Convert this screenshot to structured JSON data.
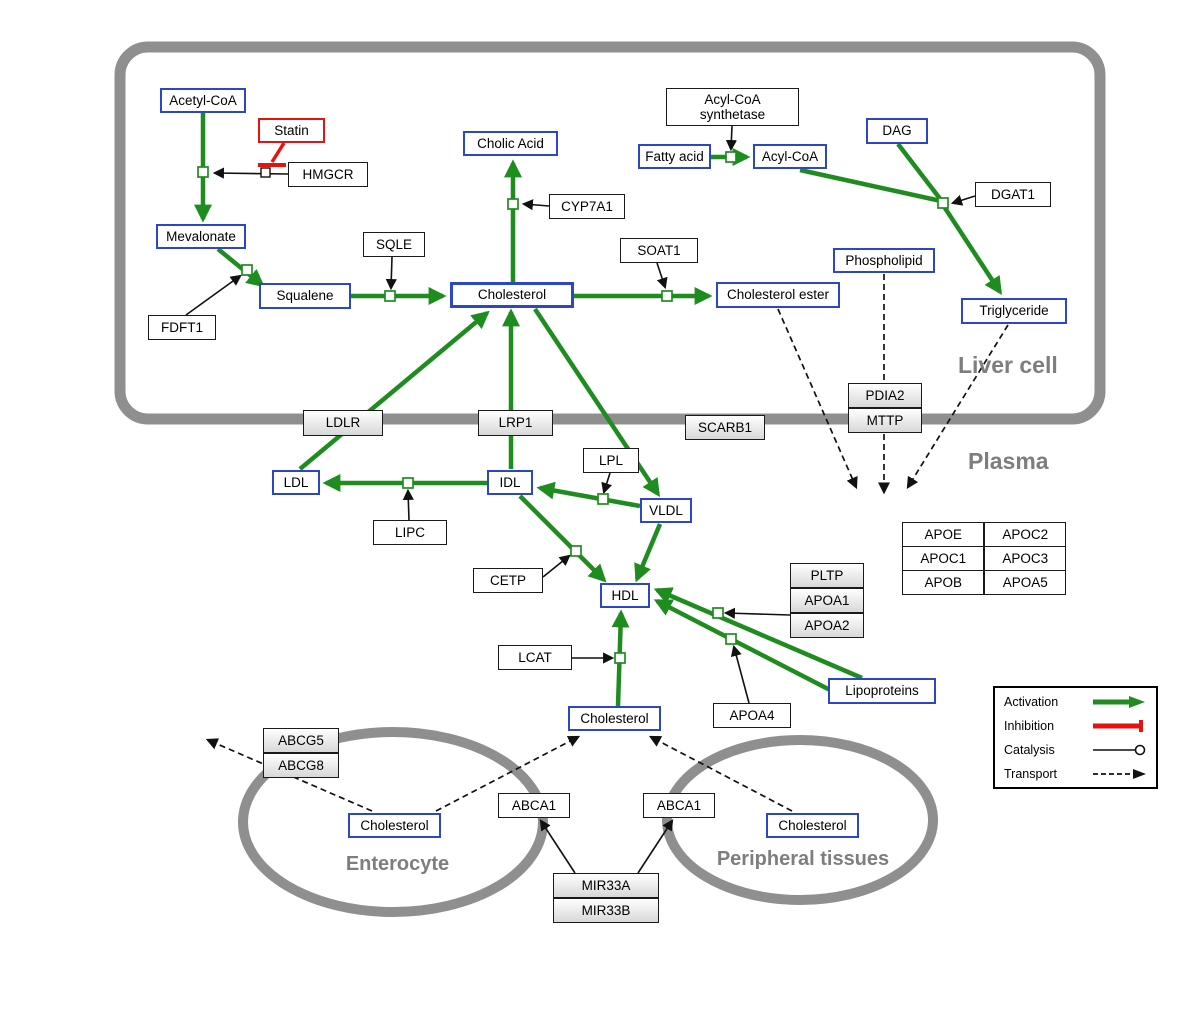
{
  "regions": {
    "liver": "Liver cell",
    "plasma": "Plasma",
    "enterocyte": "Enterocyte",
    "peripheral": "Peripheral tissues"
  },
  "boxes": {
    "acetyl_coa": "Acetyl-CoA",
    "statin": "Statin",
    "hmgcr": "HMGCR",
    "mevalonate": "Mevalonate",
    "fdft1": "FDFT1",
    "squalene": "Squalene",
    "sqle": "SQLE",
    "cholic_acid": "Cholic Acid",
    "cyp7a1": "CYP7A1",
    "cholesterol_liver": "Cholesterol",
    "soat1": "SOAT1",
    "cholesterol_ester": "Cholesterol ester",
    "acyl_coa_synthetase": {
      "line1": "Acyl-CoA",
      "line2": "synthetase"
    },
    "fatty_acid": "Fatty acid",
    "acyl_coa2": "Acyl-CoA",
    "dag": "DAG",
    "dgat1": "DGAT1",
    "phospholipid": "Phospholipid",
    "triglyceride": "Triglyceride",
    "ldlr": "LDLR",
    "lrp1": "LRP1",
    "scarb1": "SCARB1",
    "pdia2": "PDIA2",
    "mttp": "MTTP",
    "ldl": "LDL",
    "idl": "IDL",
    "lipc": "LIPC",
    "lpl": "LPL",
    "vldl": "VLDL",
    "cetp": "CETP",
    "hdl": "HDL",
    "lcat": "LCAT",
    "pltp": "PLTP",
    "apoa1": "APOA1",
    "apoa2": "APOA2",
    "apoa4": "APOA4",
    "lipoproteins": "Lipoproteins",
    "apo_table": {
      "apoe": "APOE",
      "apoc2": "APOC2",
      "apoc1": "APOC1",
      "apoc3": "APOC3",
      "apob": "APOB",
      "apoa5": "APOA5"
    },
    "cholesterol_plasma": "Cholesterol",
    "abcg5": "ABCG5",
    "abcg8": "ABCG8",
    "cholesterol_enterocyte": "Cholesterol",
    "abca1_left": "ABCA1",
    "abca1_right": "ABCA1",
    "cholesterol_peripheral": "Cholesterol",
    "mir33a": "MIR33A",
    "mir33b": "MIR33B"
  },
  "legend": {
    "activation": "Activation",
    "inhibition": "Inhibition",
    "catalysis": "Catalysis",
    "transport": "Transport"
  },
  "colors": {
    "activation_green": "#1f8c1f",
    "inhibition_red": "#e81111",
    "metabolite_blue": "#2b47c4",
    "membrane_gray": "#8f8f8f",
    "label_gray": "#7e7e7e"
  }
}
